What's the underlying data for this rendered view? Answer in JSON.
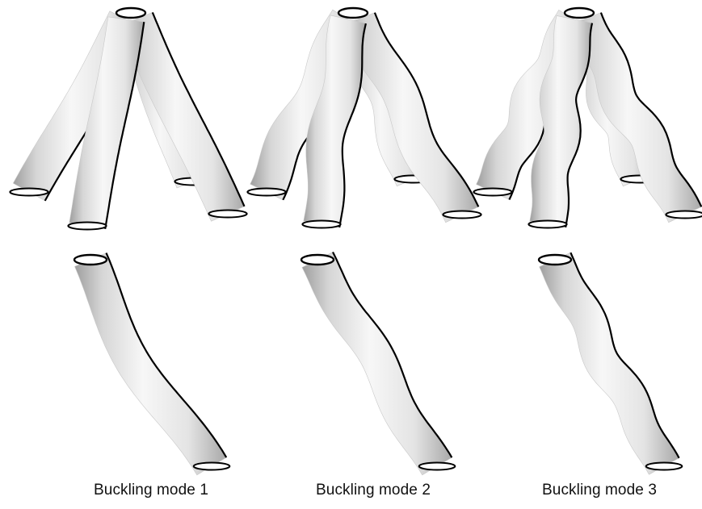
{
  "figure": {
    "colors": {
      "surface_light": "#f7f7f7",
      "surface_mid": "#d6d6d6",
      "surface_dark": "#9e9e9e",
      "outline": "#000000",
      "background": "#ffffff"
    },
    "panels": [
      {
        "caption": "Buckling mode 1",
        "mode": 1
      },
      {
        "caption": "Buckling mode 2",
        "mode": 2
      },
      {
        "caption": "Buckling mode 3",
        "mode": 3
      }
    ]
  }
}
